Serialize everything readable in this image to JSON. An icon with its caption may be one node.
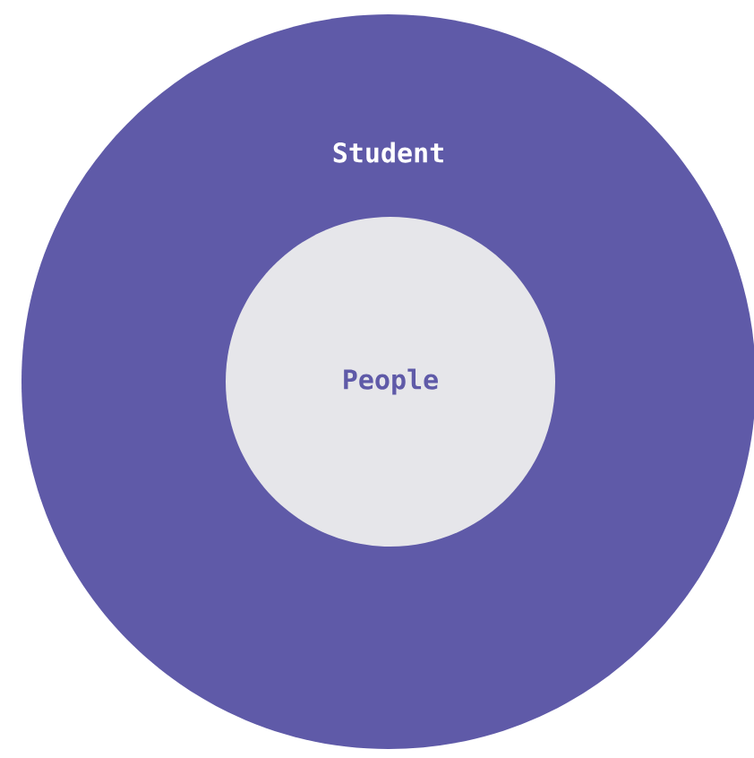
{
  "diagram": {
    "nodes": [
      {
        "text": [
          "Student"
        ]
      },
      {
        "text": [
          "People"
        ],
        "in": 0
      }
    ]
  }
}
